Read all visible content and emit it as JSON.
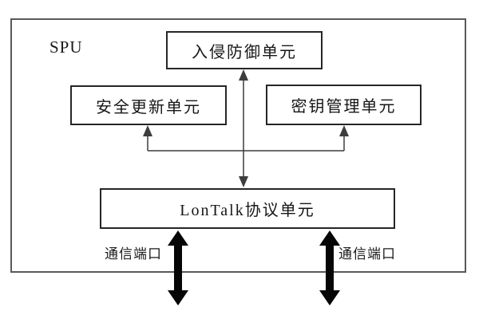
{
  "diagram": {
    "title": "SPU",
    "nodes": {
      "intrusion_prevention": {
        "label": "入侵防御单元"
      },
      "security_update": {
        "label": "安全更新单元"
      },
      "key_management": {
        "label": "密钥管理单元"
      },
      "lontalk_protocol": {
        "label": "LonTalk协议单元"
      }
    },
    "ports": {
      "left": {
        "label": "通信端口"
      },
      "right": {
        "label": "通信端口"
      }
    },
    "colors": {
      "background": "#ffffff",
      "outer_border": "#595959",
      "box_border": "#262626",
      "connector_line": "#3d3d3d",
      "thick_arrow": "#060606"
    }
  }
}
